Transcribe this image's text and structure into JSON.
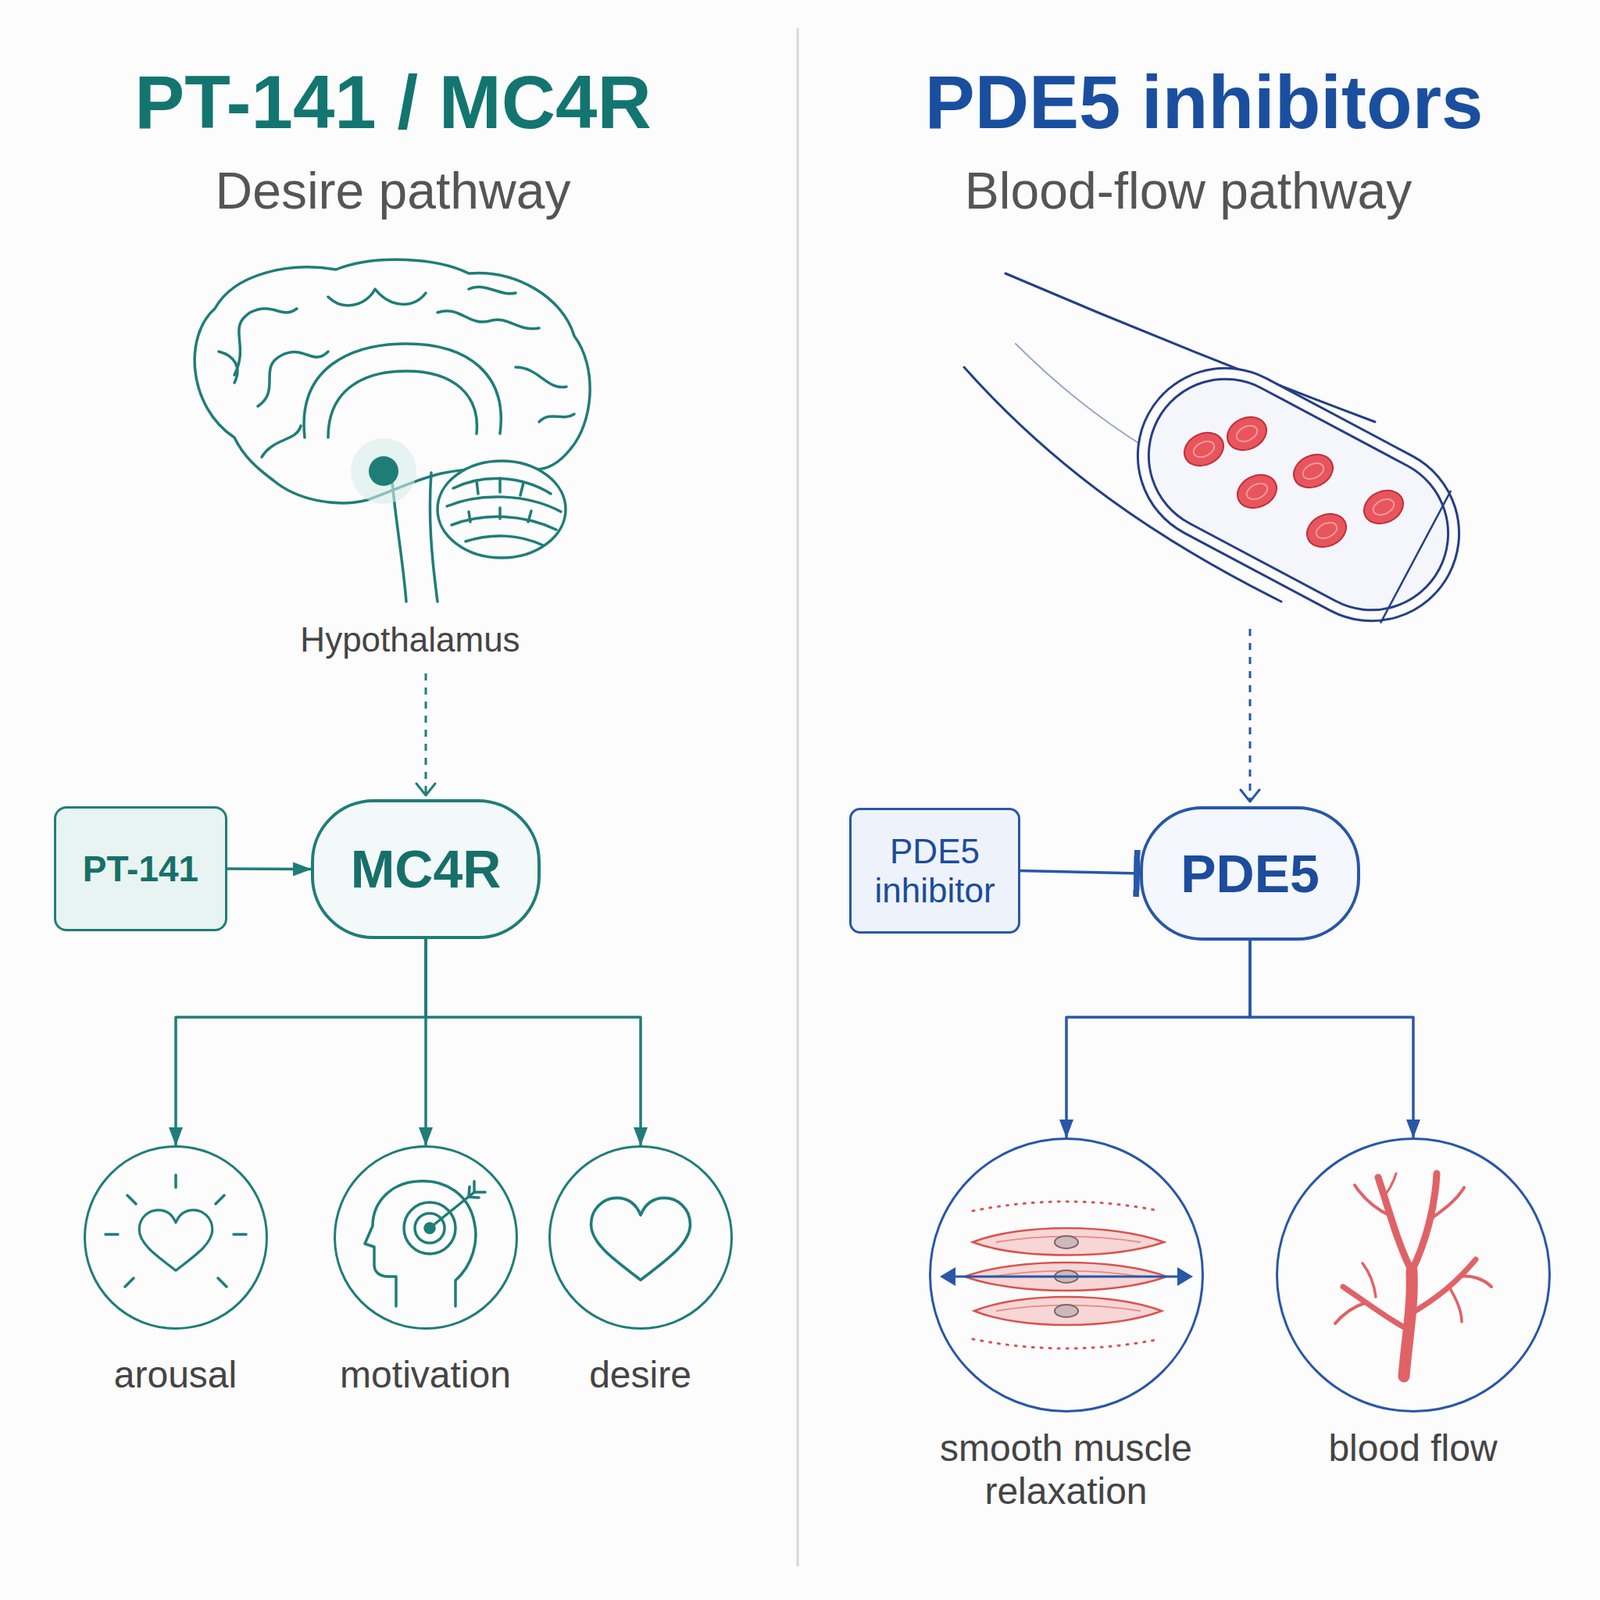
{
  "diagram": {
    "nodes": [
      {
        "text": [
          "PT-141"
        ]
      },
      {
        "text": [
          "MC4R"
        ]
      },
      {
        "text": [
          "arousal"
        ]
      },
      {
        "text": [
          "motivation"
        ]
      },
      {
        "text": [
          "desire"
        ]
      },
      {
        "text": [
          "PDE5 inhibitor"
        ]
      },
      {
        "text": [
          "PDE5"
        ]
      },
      {
        "text": [
          "smooth muscle relaxation"
        ]
      },
      {
        "text": [
          "blood flow"
        ]
      }
    ],
    "edges": [
      {
        "from": 0,
        "to": 1,
        "arrow": "to"
      },
      {
        "from": 1,
        "to": 2,
        "arrow": "to"
      },
      {
        "from": 1,
        "to": 3,
        "arrow": "to"
      },
      {
        "from": 1,
        "to": 4,
        "arrow": "to"
      },
      {
        "from": 5,
        "to": 6,
        "arrow": "to"
      },
      {
        "from": 6,
        "to": 7,
        "arrow": "to"
      },
      {
        "from": 6,
        "to": 8,
        "arrow": "to"
      }
    ],
    "labels": [
      "PT-141 / MC4R",
      "Desire pathway",
      "Hypothalamus",
      "PDE5 inhibitors",
      "Blood-flow pathway"
    ]
  }
}
